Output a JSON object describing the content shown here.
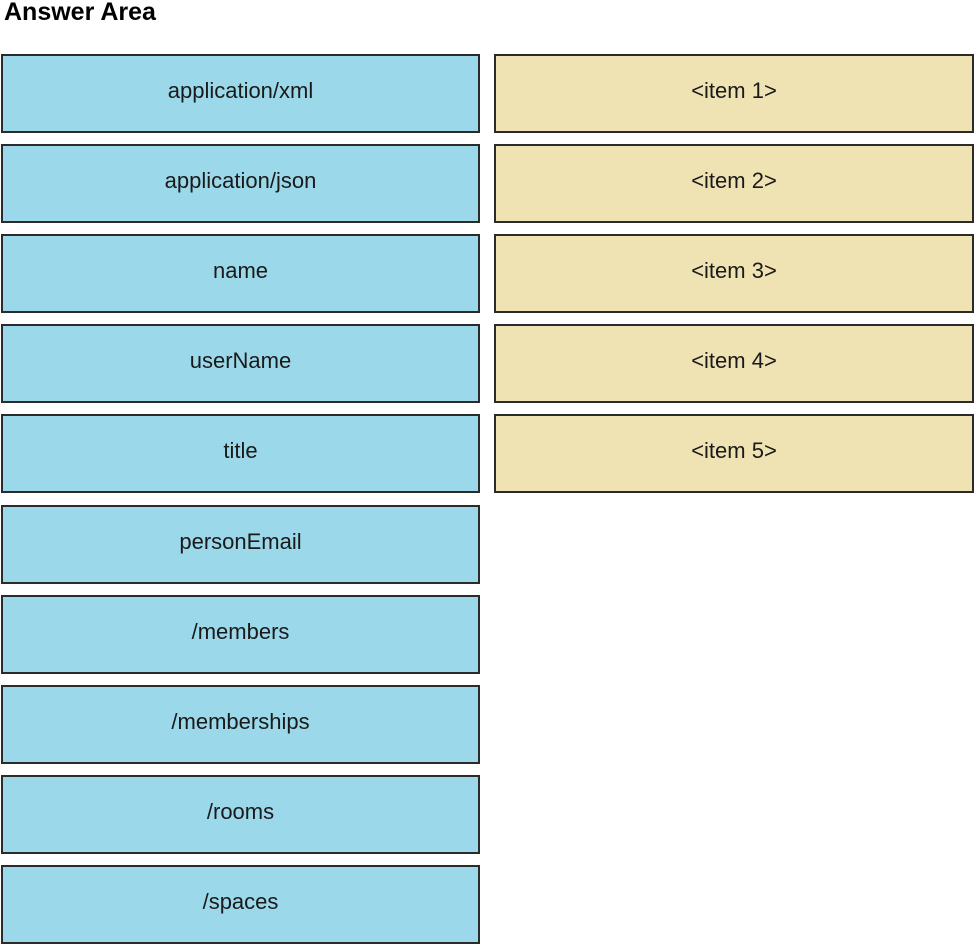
{
  "header": {
    "title": "Answer Area"
  },
  "source_items": [
    {
      "label": "application/xml"
    },
    {
      "label": "application/json"
    },
    {
      "label": "name"
    },
    {
      "label": "userName"
    },
    {
      "label": "title"
    },
    {
      "label": "personEmail"
    },
    {
      "label": "/members"
    },
    {
      "label": "/memberships"
    },
    {
      "label": "/rooms"
    },
    {
      "label": "/spaces"
    }
  ],
  "target_slots": [
    {
      "label": "<item 1>"
    },
    {
      "label": "<item 2>"
    },
    {
      "label": "<item 3>"
    },
    {
      "label": "<item 4>"
    },
    {
      "label": "<item 5>"
    }
  ],
  "colors": {
    "source_bg": "#9bd8e9",
    "target_bg": "#f0e3b3",
    "border": "#2b2b2b"
  }
}
